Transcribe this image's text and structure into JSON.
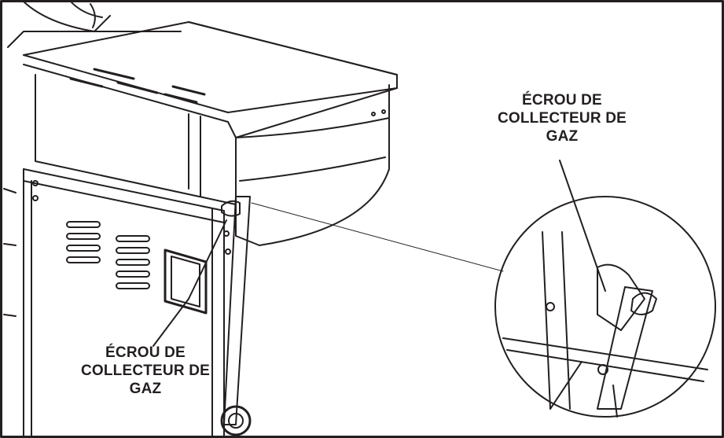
{
  "labels": {
    "left": [
      "ÉCROU DE",
      "COLLECTEUR DE",
      "GAZ"
    ],
    "right": [
      "ÉCROU DE",
      "COLLECTEUR DE",
      "GAZ"
    ]
  },
  "colors": {
    "line": "#231f20",
    "background": "#ffffff"
  }
}
